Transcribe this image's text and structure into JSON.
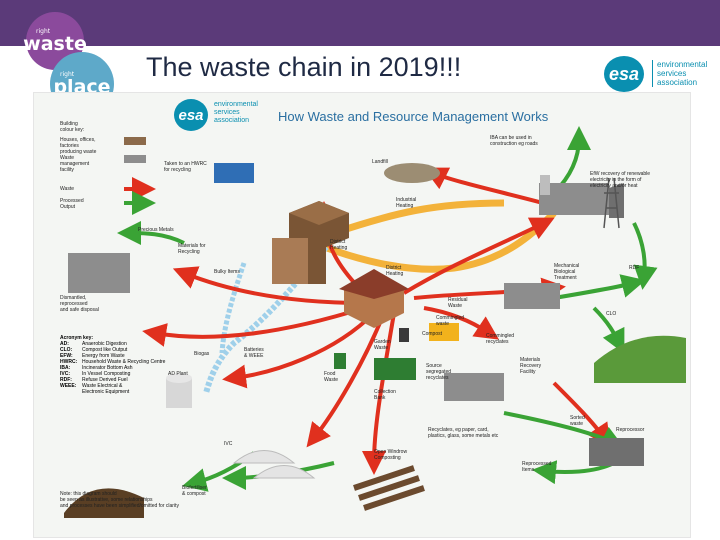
{
  "header": {
    "logo_line1_small": "right",
    "logo_line1_big": "waste",
    "logo_line2_small": "right",
    "logo_line2_big": "place",
    "title": "The waste chain in 2019!!!",
    "esa_mark": "esa",
    "esa_name": "environmental\nservices\nassociation"
  },
  "infographic": {
    "logo_mark": "esa",
    "logo_name": "environmental\nservices\nassociation",
    "title": "How Waste and Resource Management Works",
    "building_key_title": "Building\ncolour key:",
    "key_houses": "Houses, offices,\nfactories\nproducing waste",
    "key_facility": "Waste\nmanagement\nfacility",
    "key_waste": "Waste",
    "key_output": "Processed\nOutput",
    "labels": {
      "hwrc": "Taken to an HWRC\nfor recycling",
      "landfill": "Landfill",
      "iba": "IBA can be used in\nconstruction eg roads",
      "efw": "EfW recovery of renewable\nelectricity in the form of\nelectricity and/or heat",
      "precious": "Precious Metals",
      "materials": "Materials for\nRecycling",
      "industrial": "Industrial\nHeating",
      "district_heating": "District\nHeating",
      "district_heating2": "District\nHeating",
      "bulky": "Bulky Items",
      "mbt": "Mechanical\nBiological\nTreatment",
      "rdf": "RDF",
      "dismantled": "Dismantled,\nreprocessed\nand safe disposal",
      "residual": "Residual\nWaste",
      "commingled": "Commingled\nwaste",
      "commingled_recyclates": "Commingled\nrecyclates",
      "clo": "CLO",
      "compost": "Compost",
      "garden": "Garden\nWaste",
      "batteries": "Batteries\n& WEEE",
      "biogas": "Biogas",
      "ad_plant": "AD Plant",
      "food": "Food\nWaste",
      "source": "Source\nsegregated\nrecyclates",
      "mrf": "Materials\nRecovery\nFacility",
      "collection": "Collection\nBank",
      "sorted": "Sorted\nwaste",
      "recyclates": "Recyclates, eg paper, card,\nplastics, glass, some metals etc",
      "reprocessor": "Reprocessor",
      "ivc": "IVC",
      "windrow": "Open Windrow\nComposting",
      "reprocessed": "Reprocessed\nItems",
      "biofertiliser": "Biofertiliser\n& compost",
      "note": "Note: this diagram should\nbe seen as illustrative, some relationships\nand processes have been simplified/omitted for clarity"
    },
    "acronym_title": "Acronym key:",
    "acronyms": [
      {
        "code": "AD:",
        "meaning": "Anaerobic Digestion"
      },
      {
        "code": "CLO:",
        "meaning": "Compost like Output"
      },
      {
        "code": "EFW:",
        "meaning": "Energy from Waste"
      },
      {
        "code": "HWRC:",
        "meaning": "Household Waste & Recycling Centre"
      },
      {
        "code": "IBA:",
        "meaning": "Incinerator Bottom Ash"
      },
      {
        "code": "IVC:",
        "meaning": "In Vessel Composting"
      },
      {
        "code": "RDF:",
        "meaning": "Refuse Derived Fuel"
      },
      {
        "code": "WEEE:",
        "meaning": "Waste Electrical &\nElectronic Equipment"
      }
    ]
  },
  "colors": {
    "topbar": "#5b3a79",
    "waste_arrow": "#e0301e",
    "output_arrow": "#3aa335",
    "heat_pipe": "#f3b23a",
    "biogas_pipe": "#9fd0ea",
    "brand": "#0a8fb0"
  }
}
